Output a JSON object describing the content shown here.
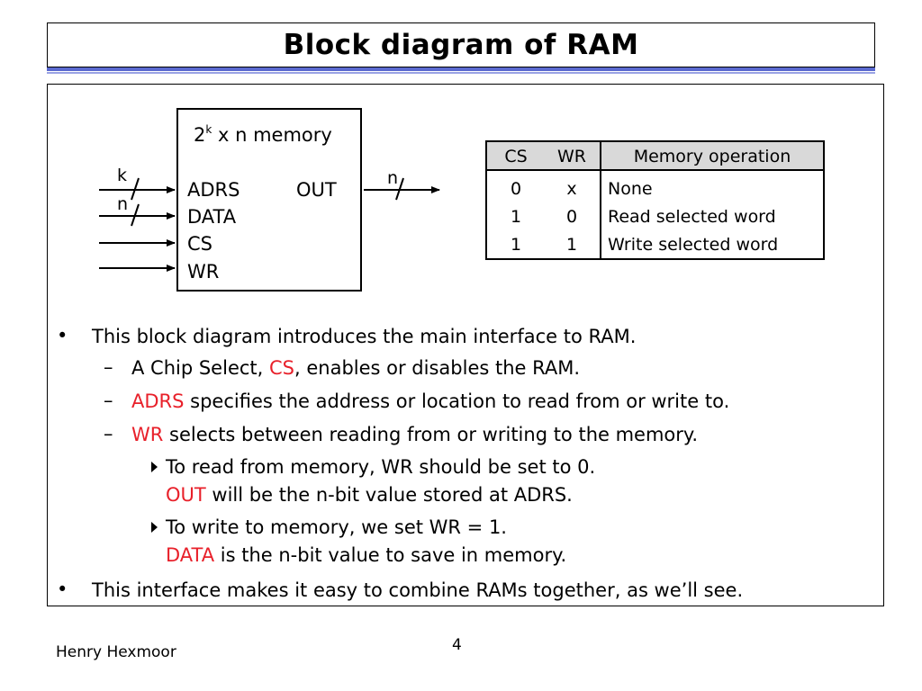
{
  "title": "Block diagram of RAM",
  "diagram": {
    "memory_label_base": "2",
    "memory_label_exp": "k",
    "memory_label_rest": " x n memory",
    "ports_left": [
      "ADRS",
      "DATA",
      "CS",
      "WR"
    ],
    "port_right": "OUT",
    "bus_adrs": "k",
    "bus_data": "n",
    "bus_out": "n"
  },
  "table": {
    "headers": [
      "CS",
      "WR",
      "Memory operation"
    ],
    "rows": [
      [
        "0",
        "x",
        "None"
      ],
      [
        "1",
        "0",
        "Read selected word"
      ],
      [
        "1",
        "1",
        "Write selected word"
      ]
    ]
  },
  "bullets": {
    "marker": "•",
    "dash": "–",
    "b1": "This block diagram introduces the main interface to RAM.",
    "s1_pre": "A Chip Select, ",
    "s1_red": "CS",
    "s1_post": ", enables or disables the RAM.",
    "s2_red": "ADRS",
    "s2_post": " specifies the address or location to read from or write to.",
    "s3_red": "WR",
    "s3_post": " selects between reading from or writing to the memory.",
    "ss1_line1": "To read from memory, WR should be set to 0.",
    "ss1_red": "OUT",
    "ss1_post": " will be the n-bit value stored at ADRS.",
    "ss2_line1": "To write to memory, we set WR = 1.",
    "ss2_red": "DATA",
    "ss2_post": " is the n-bit value to save in memory.",
    "b2": "This interface makes it easy to combine RAMs together, as we’ll see."
  },
  "footer": {
    "author": "Henry Hexmoor",
    "page_number": "4"
  },
  "colors": {
    "accent_red": "#e8202a",
    "title_bar": "#5b6ad0",
    "table_header": "#d9d9d9"
  }
}
